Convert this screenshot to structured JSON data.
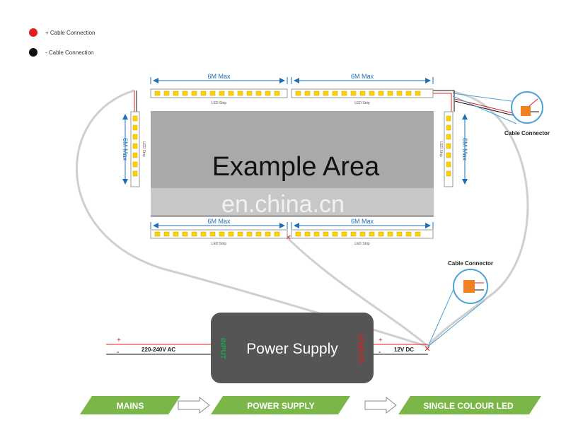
{
  "legend": {
    "positive": {
      "label": "+ Cable Connection",
      "color": "#e02020"
    },
    "negative": {
      "label": "- Cable Connection",
      "color": "#111111"
    }
  },
  "strips": {
    "dimension_label": "6M Max",
    "strip_label": "LED Strip"
  },
  "area": {
    "title": "Example Area",
    "watermark": "en.china.cn"
  },
  "connectors": {
    "top_right_label": "Cable Connector",
    "bottom_right_label": "Cable Connector"
  },
  "power_supply": {
    "title": "Power Supply",
    "input_label": "INPUT",
    "output_label": "OUTPUT",
    "mains_voltage": "220-240V AC",
    "output_voltage": "12V DC",
    "plus": "+",
    "minus": "-"
  },
  "flow": {
    "steps": [
      "MAINS",
      "POWER SUPPLY",
      "SINGLE COLOUR LED"
    ],
    "color": "#7ab648"
  },
  "colors": {
    "dimension_blue": "#1f6fb5",
    "area_gray": "#a9a9a9",
    "psu_gray": "#555555",
    "led_yellow": "#ffd200",
    "input_green": "#1fa34a",
    "output_red": "#d62020"
  }
}
